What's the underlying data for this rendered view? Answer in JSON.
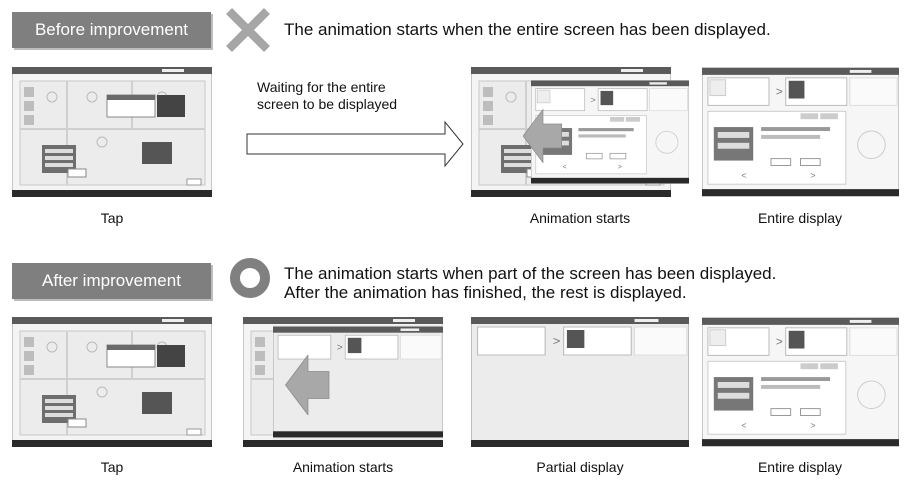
{
  "before": {
    "badge": "Before improvement",
    "description": "The animation starts when the entire screen has been displayed.",
    "wait_note_line1": "Waiting for the entire",
    "wait_note_line2": "screen to be displayed",
    "captions": [
      "Tap",
      "Animation starts",
      "Entire display"
    ]
  },
  "after": {
    "badge": "After improvement",
    "description_line1": "The animation starts when part of the screen has been displayed.",
    "description_line2": "After the animation has finished, the rest is displayed.",
    "captions": [
      "Tap",
      "Animation starts",
      "Partial display",
      "Entire display"
    ]
  },
  "colors": {
    "badge_gray": "#7f7f7f",
    "cross_gray": "#a6a6a6",
    "circle_gray": "#808080",
    "arrow_gray": "#a8a8a8"
  },
  "icons": {
    "before": "cross-icon",
    "after": "circle-icon"
  }
}
